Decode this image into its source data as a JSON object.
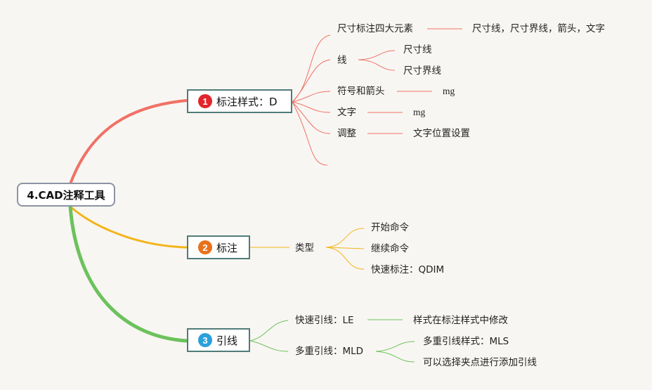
{
  "root": {
    "label": "4.CAD注释工具"
  },
  "colors": {
    "branch1": "#f07167",
    "branch2": "#f4b41a",
    "branch3": "#6cc25c",
    "badge1": "#e2242b",
    "badge2": "#e8721c",
    "badge3": "#2aa0dc"
  },
  "topics": [
    {
      "number": "1",
      "label": "标注样式：D"
    },
    {
      "number": "2",
      "label": "标注"
    },
    {
      "number": "3",
      "label": "引线"
    }
  ],
  "branch1": {
    "elements": {
      "label": "尺寸标注四大元素",
      "detail": "尺寸线，尺寸界线，箭头，文字"
    },
    "line": {
      "label": "线",
      "children": [
        "尺寸线",
        "尺寸界线"
      ]
    },
    "arrows": {
      "label": "符号和箭头",
      "detail": "mg"
    },
    "text": {
      "label": "文字",
      "detail": "mg"
    },
    "adjust": {
      "label": "调整",
      "detail": "文字位置设置"
    }
  },
  "branch2": {
    "type": {
      "label": "类型",
      "children": [
        "开始命令",
        "继续命令",
        "快速标注：QDIM"
      ]
    }
  },
  "branch3": {
    "quick": {
      "label": "快速引线：LE",
      "detail": "样式在标注样式中修改"
    },
    "multi": {
      "label": "多重引线：MLD",
      "children": [
        "多重引线样式：MLS",
        "可以选择夹点进行添加引线"
      ]
    }
  }
}
